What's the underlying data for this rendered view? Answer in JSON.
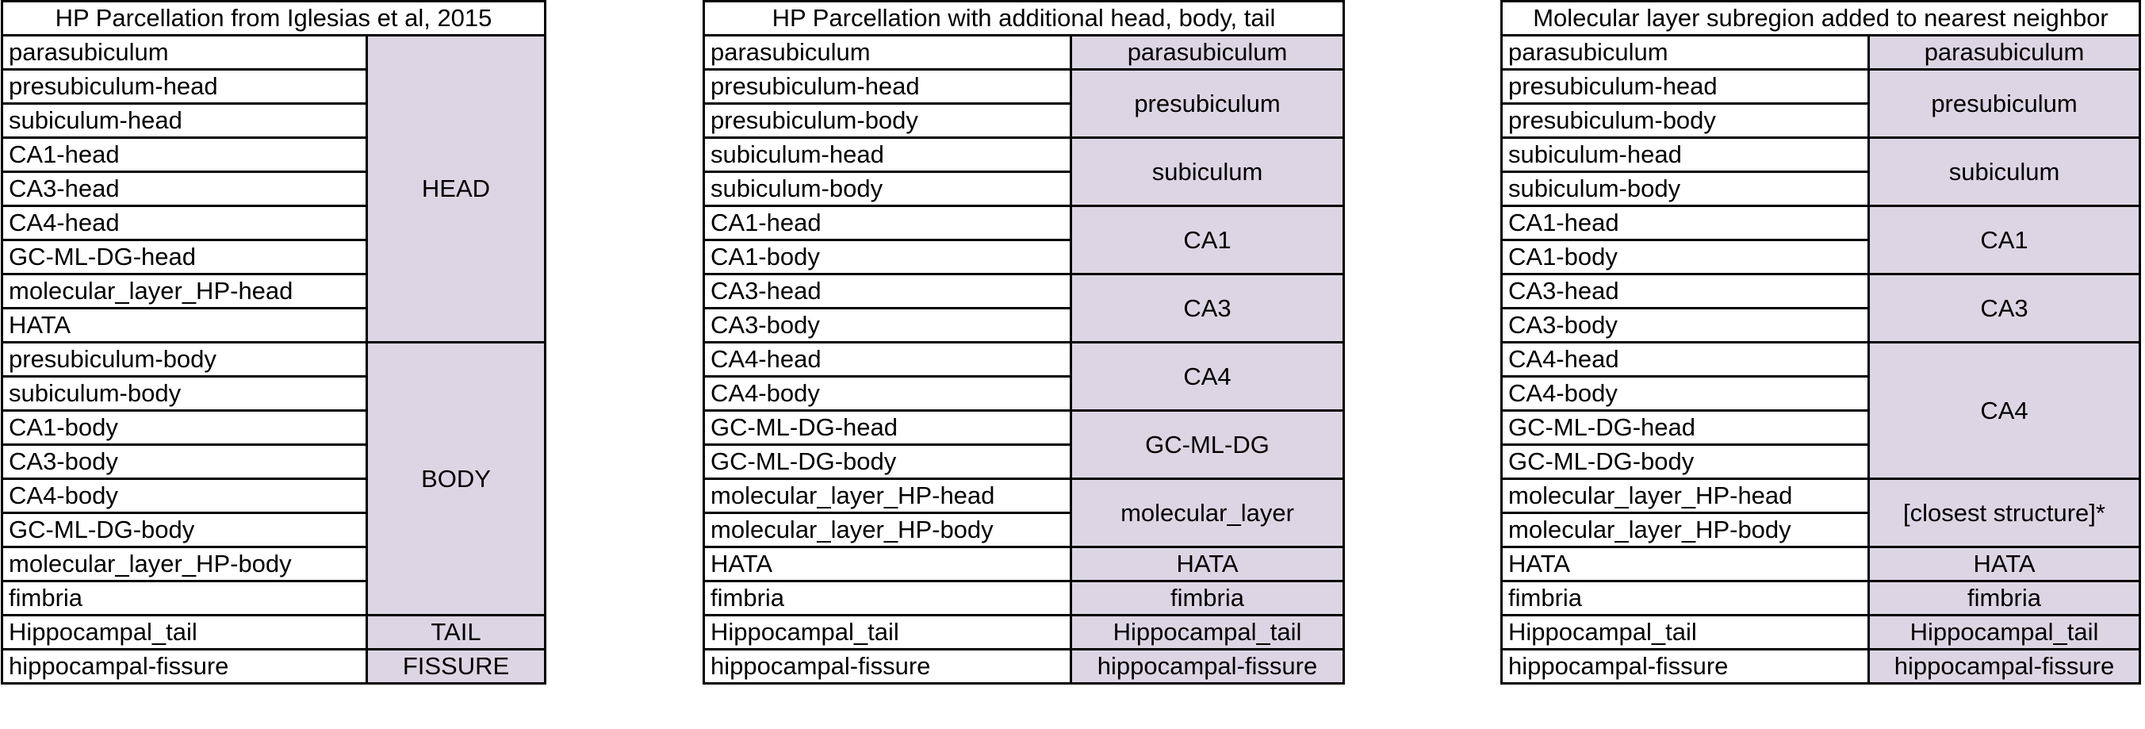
{
  "tables": [
    {
      "title": "HP Parcellation from Iglesias et al, 2015",
      "rows": [
        "parasubiculum",
        "presubiculum-head",
        "subiculum-head",
        "CA1-head",
        "CA3-head",
        "CA4-head",
        "GC-ML-DG-head",
        "molecular_layer_HP-head",
        "HATA",
        "presubiculum-body",
        "subiculum-body",
        "CA1-body",
        "CA3-body",
        "CA4-body",
        "GC-ML-DG-body",
        "molecular_layer_HP-body",
        "fimbria",
        "Hippocampal_tail",
        "hippocampal-fissure"
      ],
      "groups": [
        {
          "label": "HEAD",
          "span": 9
        },
        {
          "label": "BODY",
          "span": 8
        },
        {
          "label": "TAIL",
          "span": 1
        },
        {
          "label": "FISSURE",
          "span": 1
        }
      ]
    },
    {
      "title": "HP Parcellation with additional head, body, tail",
      "rows": [
        "parasubiculum",
        "presubiculum-head",
        "presubiculum-body",
        "subiculum-head",
        "subiculum-body",
        "CA1-head",
        "CA1-body",
        "CA3-head",
        "CA3-body",
        "CA4-head",
        "CA4-body",
        "GC-ML-DG-head",
        "GC-ML-DG-body",
        "molecular_layer_HP-head",
        "molecular_layer_HP-body",
        "HATA",
        "fimbria",
        "Hippocampal_tail",
        "hippocampal-fissure"
      ],
      "groups": [
        {
          "label": "parasubiculum",
          "span": 1
        },
        {
          "label": "presubiculum",
          "span": 2
        },
        {
          "label": "subiculum",
          "span": 2
        },
        {
          "label": "CA1",
          "span": 2
        },
        {
          "label": "CA3",
          "span": 2
        },
        {
          "label": "CA4",
          "span": 2
        },
        {
          "label": "GC-ML-DG",
          "span": 2
        },
        {
          "label": "molecular_layer",
          "span": 2
        },
        {
          "label": "HATA",
          "span": 1
        },
        {
          "label": "fimbria",
          "span": 1
        },
        {
          "label": "Hippocampal_tail",
          "span": 1
        },
        {
          "label": "hippocampal-fissure",
          "span": 1
        }
      ]
    },
    {
      "title": "Molecular layer subregion added to nearest neighbor",
      "rows": [
        "parasubiculum",
        "presubiculum-head",
        "presubiculum-body",
        "subiculum-head",
        "subiculum-body",
        "CA1-head",
        "CA1-body",
        "CA3-head",
        "CA3-body",
        "CA4-head",
        "CA4-body",
        "GC-ML-DG-head",
        "GC-ML-DG-body",
        "molecular_layer_HP-head",
        "molecular_layer_HP-body",
        "HATA",
        "fimbria",
        "Hippocampal_tail",
        "hippocampal-fissure"
      ],
      "groups": [
        {
          "label": "parasubiculum",
          "span": 1
        },
        {
          "label": "presubiculum",
          "span": 2
        },
        {
          "label": "subiculum",
          "span": 2
        },
        {
          "label": "CA1",
          "span": 2
        },
        {
          "label": "CA3",
          "span": 2
        },
        {
          "label": "CA4",
          "span": 4
        },
        {
          "label": "[closest structure]*",
          "span": 2
        },
        {
          "label": "HATA",
          "span": 1
        },
        {
          "label": "fimbria",
          "span": 1
        },
        {
          "label": "Hippocampal_tail",
          "span": 1
        },
        {
          "label": "hippocampal-fissure",
          "span": 1
        }
      ]
    }
  ],
  "colors": {
    "group_fill": "#dcd6e4",
    "border": "#000000"
  }
}
